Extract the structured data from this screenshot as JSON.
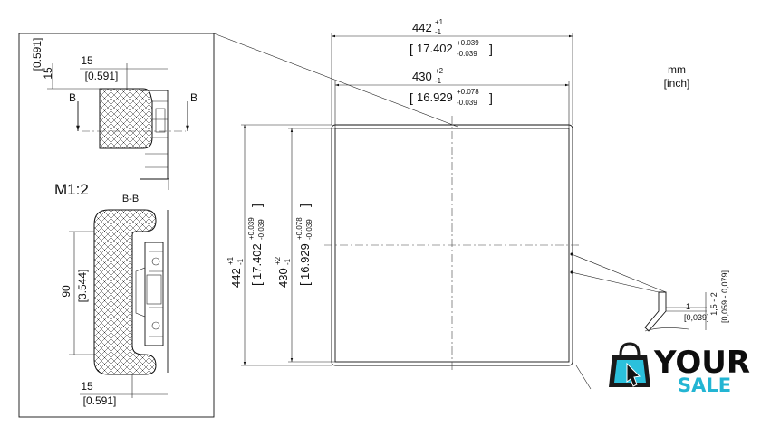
{
  "units": {
    "primary": "mm",
    "secondary": "[inch]"
  },
  "detail": {
    "scale": "M1:2",
    "section_label": "B-B",
    "cut_left": "B",
    "cut_right": "B",
    "dim_top_left": {
      "mm": "15",
      "inch": "[0.591]"
    },
    "dim_top_horizontal": {
      "mm": "15",
      "inch": "[0.591]"
    },
    "dim_height": {
      "mm": "90",
      "inch": "[3.544]"
    },
    "dim_bottom": {
      "mm": "15",
      "inch": "[0.591]"
    }
  },
  "front": {
    "width_outer": {
      "mm": "442",
      "mm_tol_upper": "+1",
      "mm_tol_lower": "-1",
      "inch": "17.402",
      "inch_tol_upper": "+0.039",
      "inch_tol_lower": "-0.039"
    },
    "width_inner": {
      "mm": "430",
      "mm_tol_upper": "+2",
      "mm_tol_lower": "-1",
      "inch": "16.929",
      "inch_tol_upper": "+0.078",
      "inch_tol_lower": "-0.039"
    },
    "height_outer": {
      "mm": "442",
      "mm_tol_upper": "+1",
      "mm_tol_lower": "-1",
      "inch": "17.402",
      "inch_tol_upper": "+0.039",
      "inch_tol_lower": "-0.039"
    },
    "height_inner": {
      "mm": "430",
      "mm_tol_upper": "+2",
      "mm_tol_lower": "-1",
      "inch": "16.929",
      "inch_tol_upper": "+0.078",
      "inch_tol_lower": "-0.039"
    },
    "edge_detail": {
      "gap": {
        "mm": "1",
        "inch": "[0,039]"
      },
      "thickness": {
        "mm": "1,5 - 2",
        "inch": "[0,059 - 0,079]"
      }
    }
  },
  "watermark": {
    "word1": "YOUR",
    "word2": "SALE"
  }
}
